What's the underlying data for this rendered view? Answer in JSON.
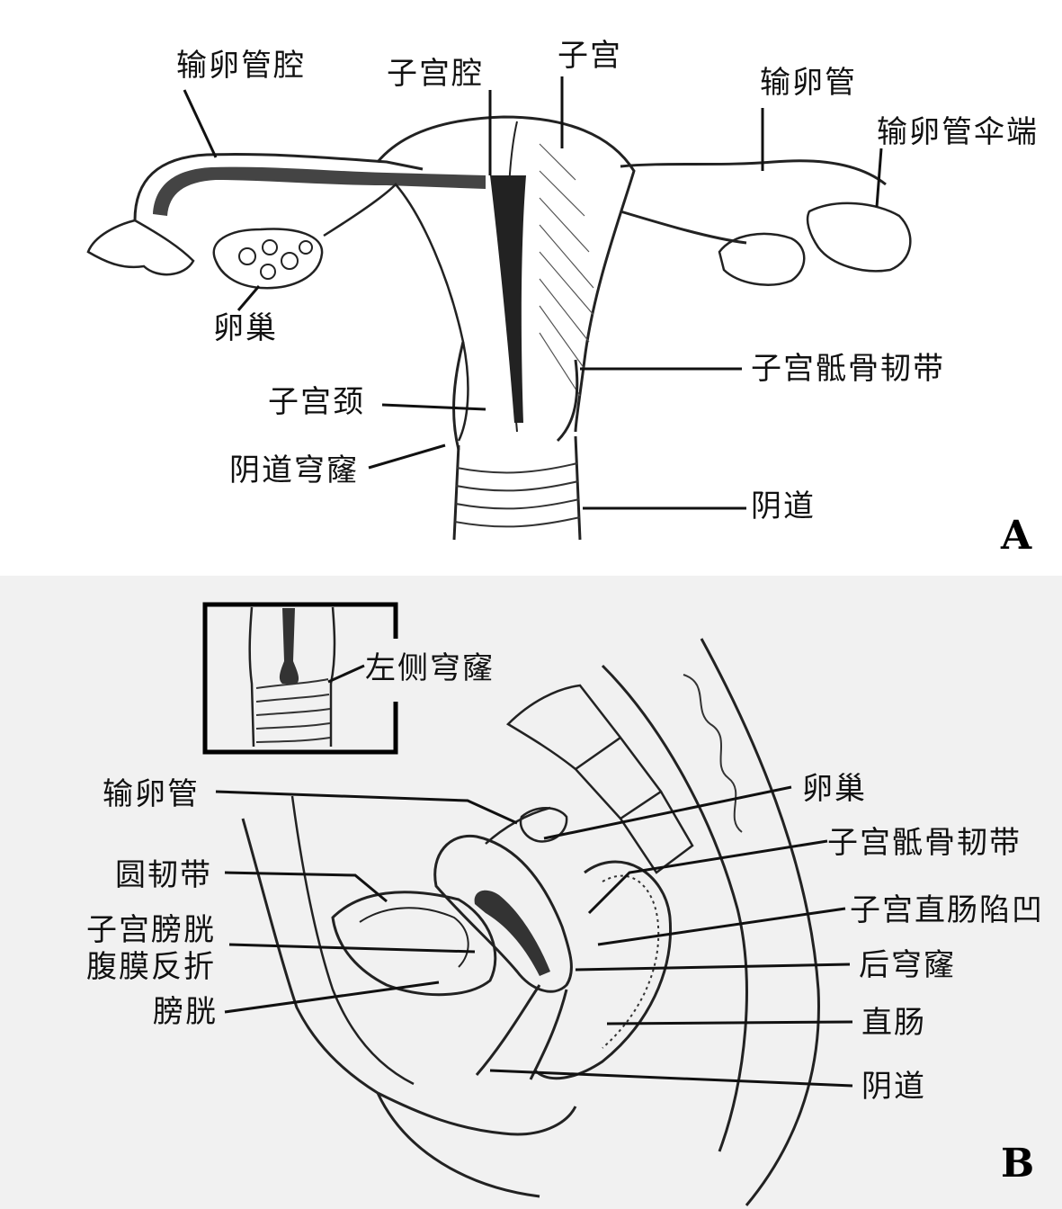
{
  "panel_a": {
    "letter": "A",
    "labels": {
      "fallopian_lumen": "输卵管腔",
      "uterine_cavity": "子宫腔",
      "uterus": "子宫",
      "fallopian_tube": "输卵管",
      "fimbriae": "输卵管伞端",
      "ovary": "卵巢",
      "uterosacral_ligament": "子宫骶骨韧带",
      "cervix": "子宫颈",
      "vaginal_fornix": "阴道穹窿",
      "vagina": "阴道"
    }
  },
  "panel_b": {
    "letter": "B",
    "labels": {
      "left_fornix": "左侧穹窿",
      "fallopian_tube": "输卵管",
      "ovary": "卵巢",
      "uterosacral_ligament": "子宫骶骨韧带",
      "round_ligament": "圆韧带",
      "rectouterine_pouch": "子宫直肠陷凹",
      "vesicouterine_fold_1": "子宫膀胱",
      "vesicouterine_fold_2": "腹膜反折",
      "posterior_fornix": "后穹窿",
      "bladder": "膀胱",
      "rectum": "直肠",
      "vagina": "阴道"
    }
  }
}
